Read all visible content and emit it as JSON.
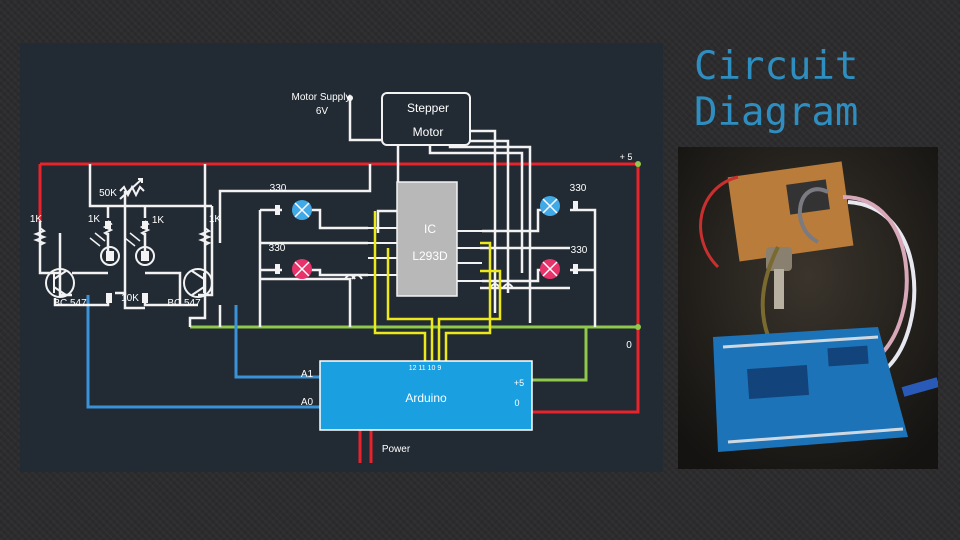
{
  "slide": {
    "title_line1": "Circuit",
    "title_line2": "Diagram"
  },
  "schematic": {
    "motor_supply_label": "Motor Supply",
    "motor_supply_voltage": "6V",
    "stepper_motor_line1": "Stepper",
    "stepper_motor_line2": "Motor",
    "plus5_rail": "+ 5",
    "zero_rail": "0",
    "pot_label": "50K",
    "r_1k_a": "1K",
    "r_1k_b": "1K",
    "r_1k_c": "1K",
    "r_1k_d": "1K",
    "r_330_tl": "330",
    "r_330_tr": "330",
    "r_330_ml": "330",
    "r_330_mr": "330",
    "ic_label": "IC",
    "ic_part": "L293D",
    "transistor_left": "BC 547",
    "transistor_right": "BC 547",
    "r_10k": "10K",
    "arduino_label": "Arduino",
    "arduino_pin_a1": "A1",
    "arduino_pin_a0": "A0",
    "arduino_pins_digital": "12 11 10 9",
    "arduino_pin_plus5": "+5",
    "arduino_pin_gnd": "0",
    "arduino_power": "Power"
  },
  "colors": {
    "red_wire": "#e8232b",
    "white_wire": "#f2f2f2",
    "yellow_wire": "#ece81a",
    "blue_wire": "#3a93d8",
    "green_wire": "#8fc84a",
    "arduino_fill": "#1a9fe0",
    "led_blue": "#41a9e6",
    "led_pink": "#e8336a",
    "title_color": "#2f8ec0"
  }
}
